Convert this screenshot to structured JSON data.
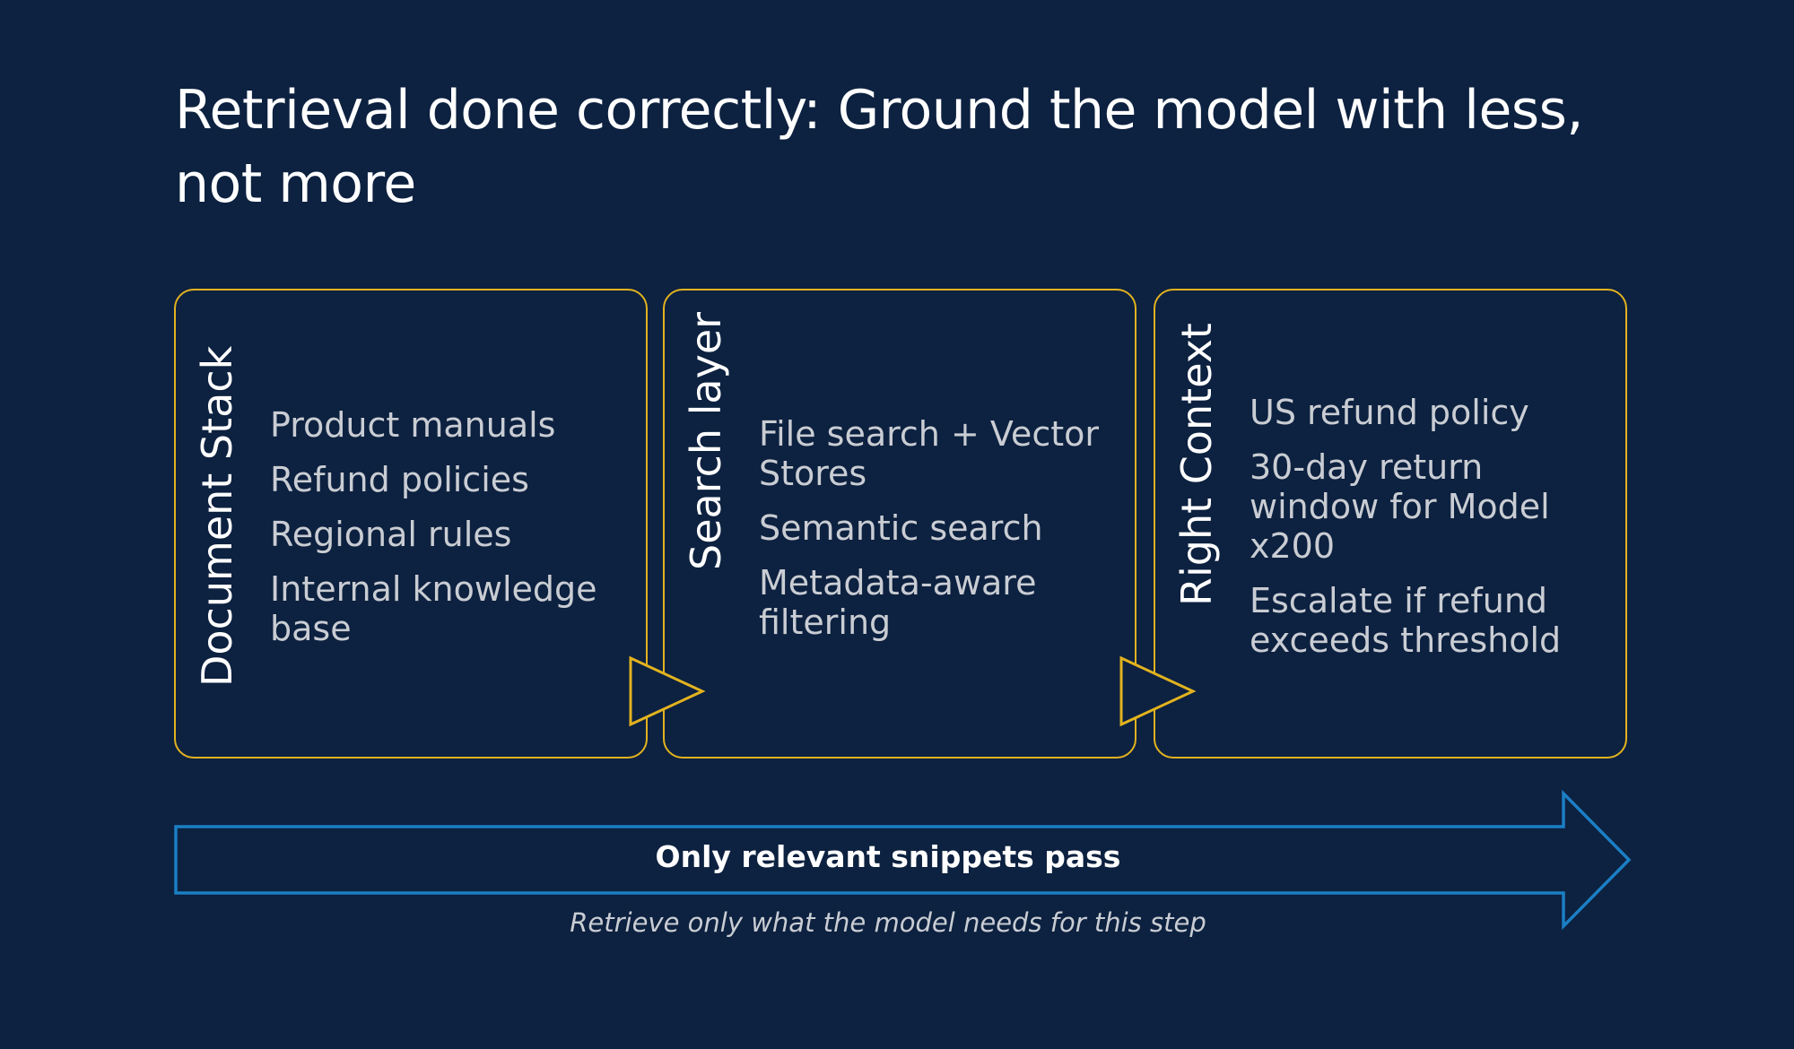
{
  "title": "Retrieval done correctly: Ground the model with less, not more",
  "boxes": [
    {
      "heading": "Document Stack",
      "items": [
        "Product manuals",
        "Refund policies",
        "Regional rules",
        "Internal knowledge base"
      ]
    },
    {
      "heading": "Search layer",
      "items": [
        "File search + Vector Stores",
        "Semantic search",
        "Metadata-aware filtering"
      ]
    },
    {
      "heading": "Right Context",
      "items": [
        "US refund policy",
        "30-day return window for Model x200",
        "Escalate if refund exceeds threshold"
      ]
    }
  ],
  "banner": {
    "label": "Only relevant snippets pass",
    "caption": "Retrieve only what the model needs for this step"
  },
  "colors": {
    "background": "#0d2140",
    "box_border": "#e2b31f",
    "arrow_outline": "#1b7fc4",
    "title_text": "#ffffff",
    "body_text": "#c9cdd3"
  }
}
